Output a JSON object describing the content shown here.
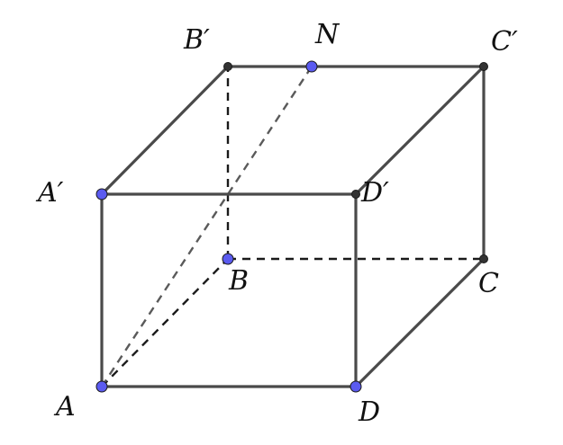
{
  "colors": {
    "edge": "#4a4a4a",
    "hidden_edge": "#1a1a1a",
    "point_blue": "#5b5bf0",
    "point_dark": "#333333"
  },
  "labels": {
    "A": "A",
    "B": "B",
    "C": "C",
    "D": "D",
    "A_prime": "A′",
    "B_prime": "B′",
    "C_prime": "C′",
    "D_prime": "D′",
    "N": "N"
  }
}
